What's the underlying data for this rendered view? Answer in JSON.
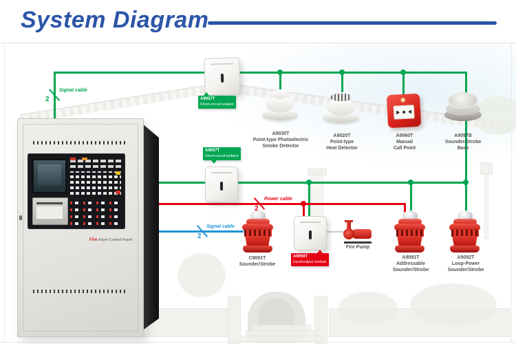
{
  "header": {
    "title": "System Diagram"
  },
  "colors": {
    "loop_green": "#00A651",
    "power_red": "#E60012",
    "signal_blue": "#1E95D9",
    "title_blue": "#2B55A7"
  },
  "cables": {
    "loop": {
      "label": "Signal cable",
      "count": "2"
    },
    "power": {
      "label": "Power cable",
      "count": "2"
    },
    "signal": {
      "label": "Signal cable",
      "count": "2"
    }
  },
  "tags": {
    "isolator_top": {
      "model": "A9057T",
      "name": "Short-circuit isolator"
    },
    "isolator_mid": {
      "model": "A9057T",
      "name": "Short-circuit isolator"
    },
    "io_module": {
      "model": "A9056T",
      "name": "Input/output module"
    }
  },
  "devices": {
    "smoke": {
      "model": "A9030T",
      "line1": "Point-type Photoelectric",
      "line2": "Smoke Detector"
    },
    "heat": {
      "model": "A9020T",
      "line1": "Point-type",
      "line2": "Heat Detector"
    },
    "callpoint": {
      "model": "A9060T",
      "line1": "Manual",
      "line2": "Call Point"
    },
    "base": {
      "model": "A9097B",
      "line1": "Sounder/Strobe",
      "line2": "Base"
    },
    "sounder": {
      "model": "C9091T",
      "line1": "Sounder/Strobe"
    },
    "pump": {
      "label": "Fire Pump"
    },
    "addressable": {
      "model": "A9091T",
      "line1": "Addressable",
      "line2": "Sounder/Strobe"
    },
    "looppower": {
      "model": "A9092T",
      "line1": "Loop-Power",
      "line2": "Sounder/Strobe"
    }
  },
  "panel": {
    "brand_accent": "Fire",
    "brand_rest": " Alarm Control Panel"
  }
}
